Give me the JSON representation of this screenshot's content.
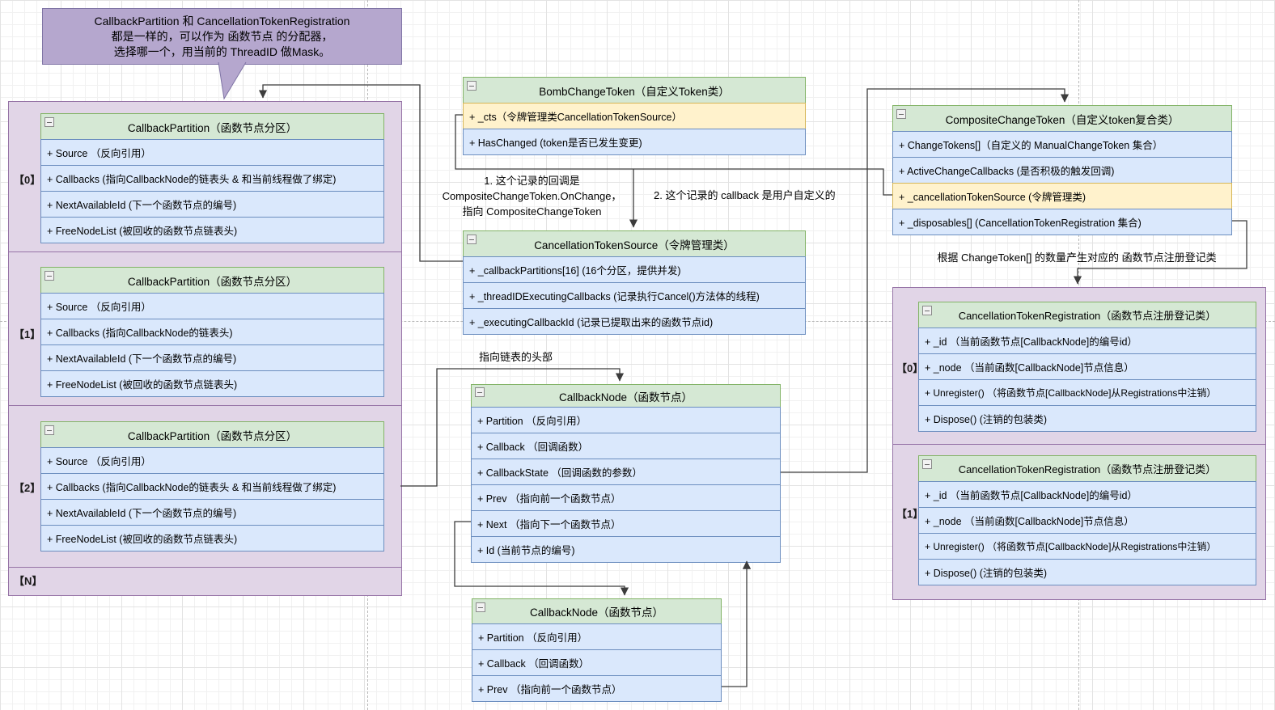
{
  "colors": {
    "header_green_fill": "#d5e8d4",
    "header_green_border": "#82b366",
    "row_blue_fill": "#dae8fc",
    "row_blue_border": "#6c8ebf",
    "row_yellow_fill": "#fff2cc",
    "row_yellow_border": "#d6b656",
    "container_purple_fill": "#e1d5e7",
    "container_purple_border": "#9673a6",
    "note_fill": "#b5a7ce",
    "note_border": "#7f74a5",
    "connector": "#3c3c3c"
  },
  "note": {
    "line1": "CallbackPartition 和 CancellationTokenRegistration",
    "line2": "都是一样的，可以作为 函数节点 的分配器，",
    "line3": "选择哪一个，用当前的 ThreadID 做Mask。"
  },
  "partition_container": {
    "row_labels": [
      "【0】",
      "【1】",
      "【2】",
      "【N】"
    ]
  },
  "registration_container": {
    "row_labels": [
      "【0】",
      "【1】"
    ]
  },
  "classes": {
    "cp0": {
      "title": "CallbackPartition（函数节点分区）",
      "rows": [
        "+ Source （反向引用）",
        "+ Callbacks  (指向CallbackNode的链表头 & 和当前线程做了绑定)",
        "+ NextAvailableId  (下一个函数节点的编号)",
        "+ FreeNodeList   (被回收的函数节点链表头)"
      ]
    },
    "cp1": {
      "title": "CallbackPartition（函数节点分区）",
      "rows": [
        "+ Source （反向引用）",
        "+ Callbacks  (指向CallbackNode的链表头)",
        "+ NextAvailableId  (下一个函数节点的编号)",
        "+ FreeNodeList   (被回收的函数节点链表头)"
      ]
    },
    "cp2": {
      "title": "CallbackPartition（函数节点分区）",
      "rows": [
        "+ Source （反向引用）",
        "+ Callbacks  (指向CallbackNode的链表头 & 和当前线程做了绑定)",
        "+ NextAvailableId  (下一个函数节点的编号)",
        "+ FreeNodeList   (被回收的函数节点链表头)"
      ]
    },
    "bomb": {
      "title": "BombChangeToken（自定义Token类）",
      "rows": [
        "+ _cts（令牌管理类CancellationTokenSource）",
        "+ HasChanged  (token是否已发生变更)"
      ]
    },
    "cts": {
      "title": "CancellationTokenSource（令牌管理类）",
      "rows": [
        "+ _callbackPartitions[16]  (16个分区，提供并发)",
        "+ _threadIDExecutingCallbacks  (记录执行Cancel()方法体的线程)",
        "+ _executingCallbackId  (记录已提取出来的函数节点id)"
      ]
    },
    "composite": {
      "title": "CompositeChangeToken（自定义token复合类）",
      "rows": [
        "+ ChangeTokens[]（自定义的 ManualChangeToken 集合）",
        "+ ActiveChangeCallbacks  (是否积极的触发回调)",
        "+ _cancellationTokenSource  (令牌管理类)",
        "+ _disposables[]   (CancellationTokenRegistration 集合)"
      ]
    },
    "reg0": {
      "title": "CancellationTokenRegistration（函数节点注册登记类）",
      "rows": [
        "+ _id （当前函数节点[CallbackNode]的编号id）",
        "+ _node （当前函数[CallbackNode]节点信息）",
        "+ Unregister() （将函数节点[CallbackNode]从Registrations中注销）",
        "+ Dispose()     (注销的包装类)"
      ]
    },
    "reg1": {
      "title": "CancellationTokenRegistration（函数节点注册登记类）",
      "rows": [
        "+ _id （当前函数节点[CallbackNode]的编号id）",
        "+ _node （当前函数[CallbackNode]节点信息）",
        "+ Unregister() （将函数节点[CallbackNode]从Registrations中注销）",
        "+ Dispose()     (注销的包装类)"
      ]
    },
    "cn1": {
      "title": "CallbackNode（函数节点）",
      "rows": [
        "+ Partition  （反向引用）",
        "+ Callback （回调函数）",
        "+ CallbackState （回调函数的参数）",
        "+ Prev （指向前一个函数节点）",
        "+ Next （指向下一个函数节点）",
        "+ Id      (当前节点的编号)"
      ]
    },
    "cn2": {
      "title": "CallbackNode（函数节点）",
      "rows": [
        "+ Partition  （反向引用）",
        "+ Callback （回调函数）",
        "+ Prev （指向前一个函数节点）"
      ]
    }
  },
  "annotations": {
    "a1_line1": "1. 这个记录的回调是",
    "a1_line2": "CompositeChangeToken.OnChange，",
    "a1_line3": "指向 CompositeChangeToken",
    "a2": "2. 这个记录的 callback 是用户自定义的",
    "a3": "根据 ChangeToken[] 的数量产生对应的 函数节点注册登记类",
    "a4": "指向链表的头部"
  }
}
